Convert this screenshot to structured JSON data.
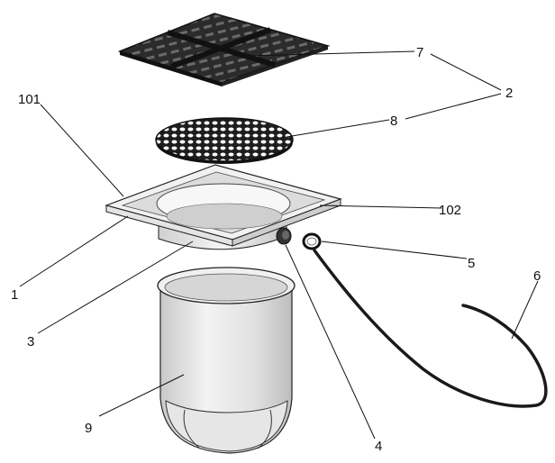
{
  "labels": {
    "l101": "101",
    "l102": "102",
    "l1": "1",
    "l2": "2",
    "l3": "3",
    "l4": "4",
    "l5": "5",
    "l6": "6",
    "l7": "7",
    "l8": "8",
    "l9": "9"
  },
  "colors": {
    "grate": "#2b2b2b",
    "filter": "#1e1e1e",
    "frame": "#f1f1f1",
    "body": "#e7e7e7",
    "cable": "#1a1a1a"
  }
}
